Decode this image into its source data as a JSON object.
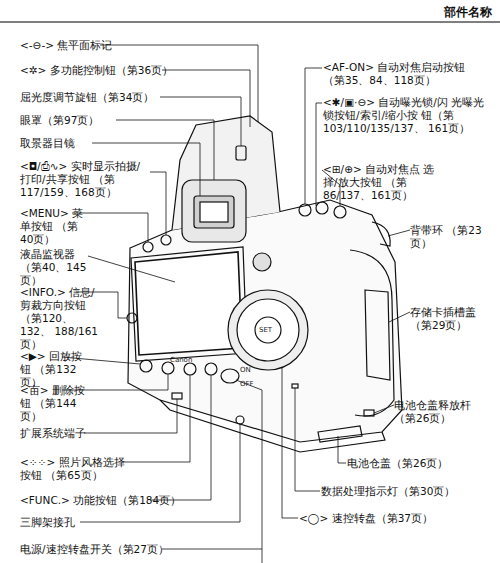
{
  "diagram": {
    "title": "部件名称",
    "labels": [
      "<-⊖-> 焦平面标记",
      "<✲> 多功能控制钮（第36页）",
      "屈光度调节旋钮（第34页）",
      "眼罩（第97页）",
      "取景器目镜",
      "<◘/⎙∿> 实时显示拍摄/ 打印/共享按钮 （第117/159、168页）",
      "<MENU> 菜单按钮 （第40页）",
      "液晶监视器 （第40、145页）",
      "<INFO.> 信息/ 剪裁方向按钮 （第120、132、 188/161页）",
      "<▶> 回放按钮 （第132页）",
      "<亩> 删除按钮 （第144页）",
      "扩展系统端子",
      "<⁘⁘> 照片风格选择按钮 （第65页）",
      "<FUNC.> 功能按钮（第184页）",
      "三脚架接孔",
      "电源/速控转盘开关（第27页）",
      "<AF-ON> 自动对焦启动按钮 （第35、84、118页）",
      "<✱/▣·⊖> 自动曝光锁/闪 光曝光锁按钮/索引/缩小按 钮（第103/110/135/137、 161页）",
      "<⊞/⊕> 自动对焦点 选择/放大按钮 （第86/137、161页）",
      "背带环 （第23页）",
      "存储卡插槽盖 （第29页）",
      "电池仓盖释放杆 （第26页）",
      "电池仓盖（第26页）",
      "数据处理指示灯（第30页）",
      "<◯> 速控转盘（第37页）",
      "Canon",
      "SET",
      "ON",
      "OFF"
    ]
  }
}
